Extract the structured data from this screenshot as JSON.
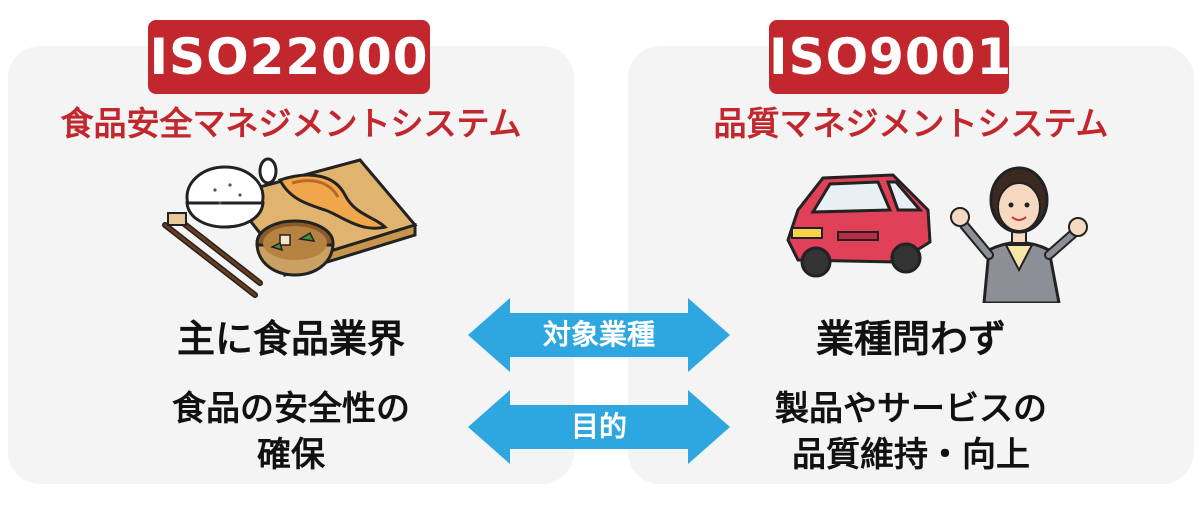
{
  "left": {
    "badge": "ISO22000",
    "subtitle": "食品安全マネジメントシステム",
    "scope": "主に食品業界",
    "purpose_line1": "食品の安全性の",
    "purpose_line2": "確保",
    "illustration": "japanese-meal-icon"
  },
  "right": {
    "badge": "ISO9001",
    "subtitle": "品質マネジメントシステム",
    "scope": "業種問わず",
    "purpose_line1": "製品やサービスの",
    "purpose_line2": "品質維持・向上",
    "illustrations": [
      "car-icon",
      "businesswoman-icon"
    ]
  },
  "comparison": {
    "scope_label": "対象業種",
    "purpose_label": "目的"
  },
  "colors": {
    "accent_red": "#c1272d",
    "arrow_blue": "#2ea7e0",
    "panel_gray": "#f4f4f4"
  }
}
